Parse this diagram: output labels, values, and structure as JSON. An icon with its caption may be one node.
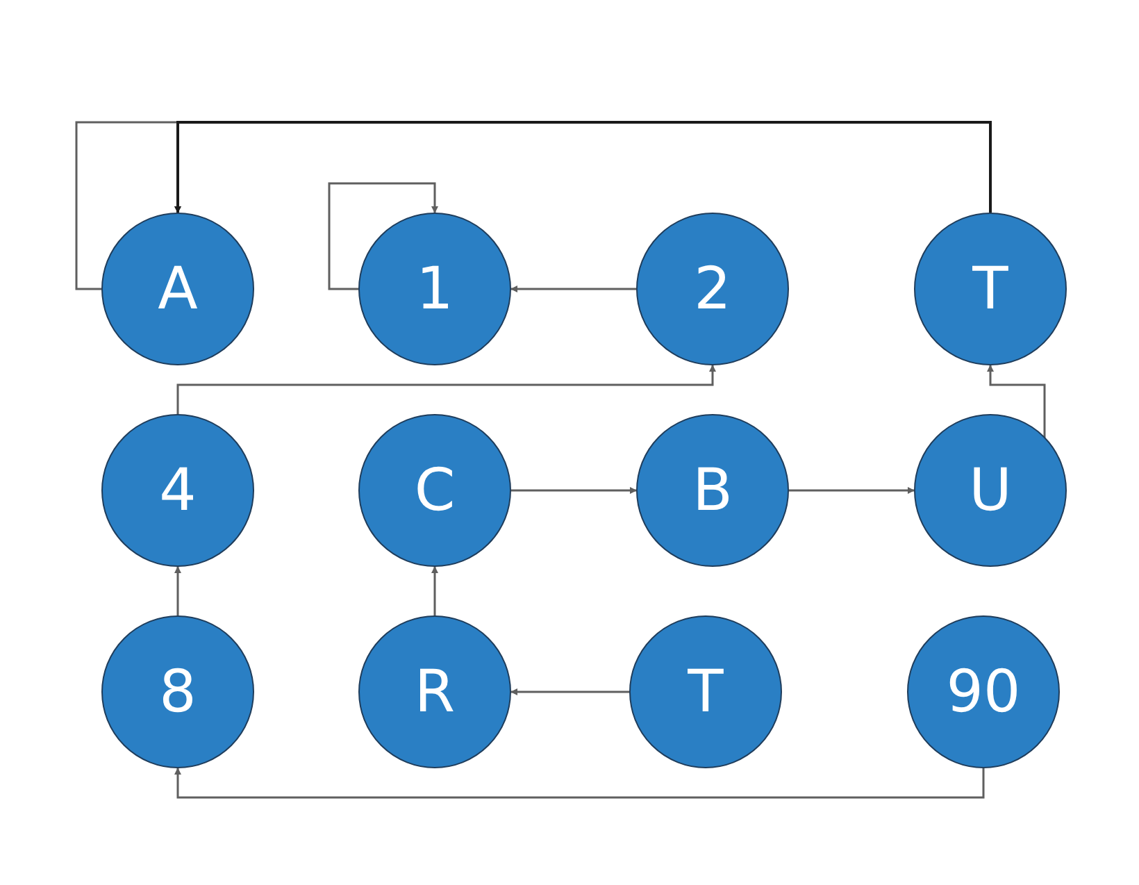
{
  "diagram": {
    "nodes": [
      {
        "text": [
          "A"
        ]
      },
      {
        "text": [
          "1"
        ]
      },
      {
        "text": [
          "2"
        ]
      },
      {
        "text": [
          "T"
        ]
      },
      {
        "text": [
          "4"
        ]
      },
      {
        "text": [
          "C"
        ]
      },
      {
        "text": [
          "B"
        ]
      },
      {
        "text": [
          "U"
        ]
      },
      {
        "text": [
          "8"
        ]
      },
      {
        "text": [
          "R"
        ]
      },
      {
        "text": [
          "T"
        ]
      },
      {
        "text": [
          "90"
        ]
      }
    ],
    "edges": [
      {
        "from": 0,
        "to": 0,
        "arrow": "to"
      },
      {
        "from": 3,
        "to": 0,
        "arrow": "to",
        "color": "#1a1a1a"
      },
      {
        "from": 1,
        "to": 1,
        "arrow": "to"
      },
      {
        "from": 2,
        "to": 1,
        "arrow": "to"
      },
      {
        "from": 4,
        "to": 2,
        "arrow": "to"
      },
      {
        "from": 5,
        "to": 6,
        "arrow": "to"
      },
      {
        "from": 6,
        "to": 7,
        "arrow": "to"
      },
      {
        "from": 7,
        "to": 3,
        "arrow": "to"
      },
      {
        "from": 8,
        "to": 4,
        "arrow": "to"
      },
      {
        "from": 9,
        "to": 5,
        "arrow": "to"
      },
      {
        "from": 10,
        "to": 9,
        "arrow": "to"
      },
      {
        "from": 11,
        "to": 8,
        "arrow": "to"
      }
    ]
  }
}
